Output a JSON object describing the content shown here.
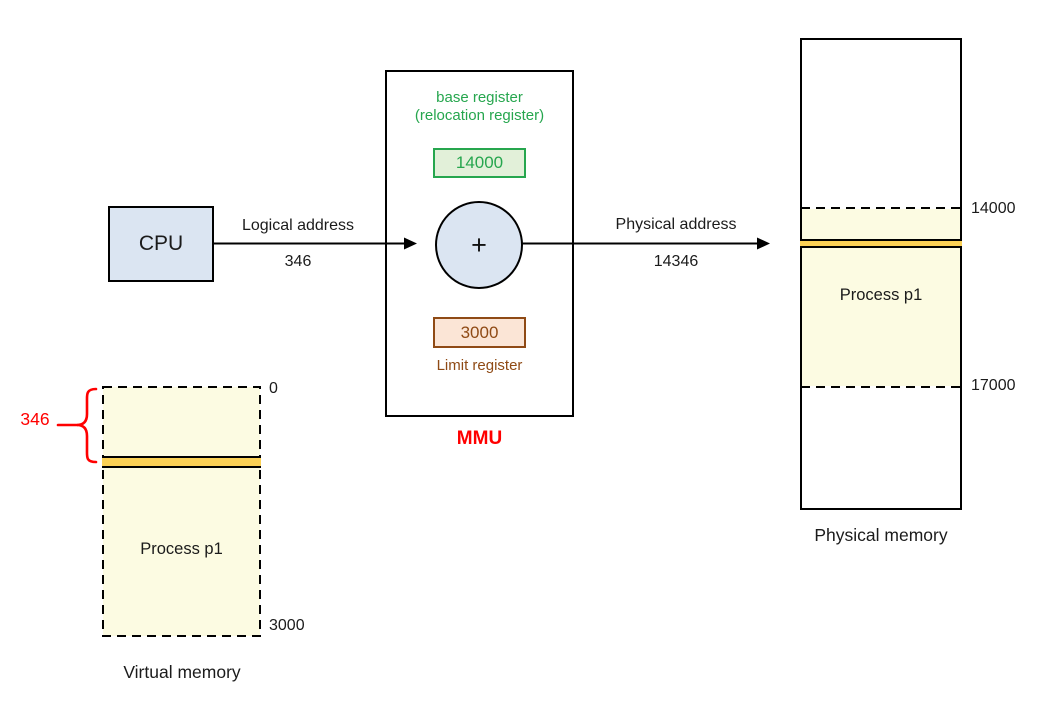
{
  "cpu": {
    "label": "CPU"
  },
  "logical_address": {
    "label": "Logical address",
    "value": "346"
  },
  "mmu": {
    "label": "MMU",
    "base_register_title": "base register",
    "base_register_subtitle": "(relocation register)",
    "base_register_value": "14000",
    "adder_symbol": "+",
    "limit_register_value": "3000",
    "limit_register_label": "Limit register"
  },
  "physical_address": {
    "label": "Physical address",
    "value": "14346"
  },
  "physical_memory": {
    "label": "Physical memory",
    "process_label": "Process p1",
    "base_boundary": "14000",
    "limit_boundary": "17000"
  },
  "virtual_memory": {
    "label": "Virtual memory",
    "process_label": "Process p1",
    "top_address": "0",
    "bottom_address": "3000",
    "offset_value": "346"
  },
  "colors": {
    "cpu_fill": "#dbe5f2",
    "adder_fill": "#dbe5f2",
    "base_register_green": "#26a64e",
    "base_register_fill": "#e2f0d9",
    "limit_register_brown": "#8f4a15",
    "limit_register_fill": "#fbe5d6",
    "mmu_label_red": "#ff0000",
    "memory_region_fill": "#fcfbe2",
    "stripe_fill": "#fbd155",
    "offset_red": "#ff0000"
  }
}
